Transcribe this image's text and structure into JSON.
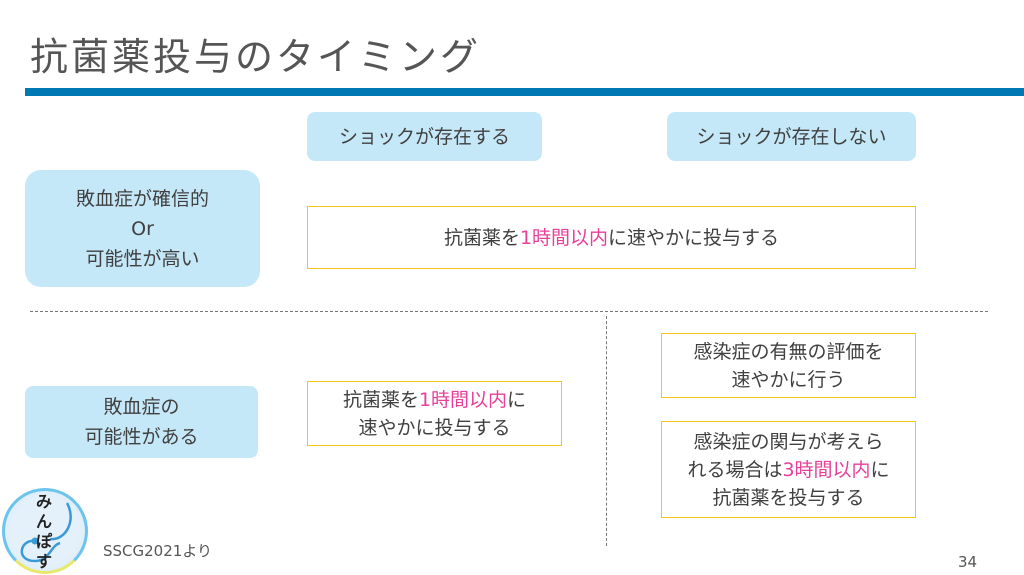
{
  "title": "抗菌薬投与のタイミング",
  "headers": {
    "shock": "ショックが存在する",
    "no_shock": "ショックが存在しない"
  },
  "rows": {
    "certain": {
      "line1": "敗血症が確信的",
      "line2": "Or",
      "line3": "可能性が高い"
    },
    "possible": {
      "line1": "敗血症の",
      "line2": "可能性がある"
    }
  },
  "boxes": {
    "wide": {
      "pre": "抗菌薬を",
      "highlight": "1時間以内",
      "post": "に速やかに投与する"
    },
    "mid": {
      "pre": "抗菌薬を",
      "highlight": "1時間以内",
      "post": "に",
      "line2": "速やかに投与する"
    },
    "right1": {
      "line1": "感染症の有無の評価を",
      "line2": "速やかに行う"
    },
    "right2": {
      "line1": "感染症の関与が考えら",
      "pre": "れる場合は",
      "highlight": "3時間以内",
      "post": "に",
      "line3": "抗菌薬を投与する"
    }
  },
  "logo_text": "みんぽす",
  "source": "SSCG2021より",
  "page_number": "34",
  "colors": {
    "accent_bar": "#0078b4",
    "highlight": "#e8409a",
    "box_blue": "#c5e8f8",
    "box_border": "#f5c518"
  }
}
